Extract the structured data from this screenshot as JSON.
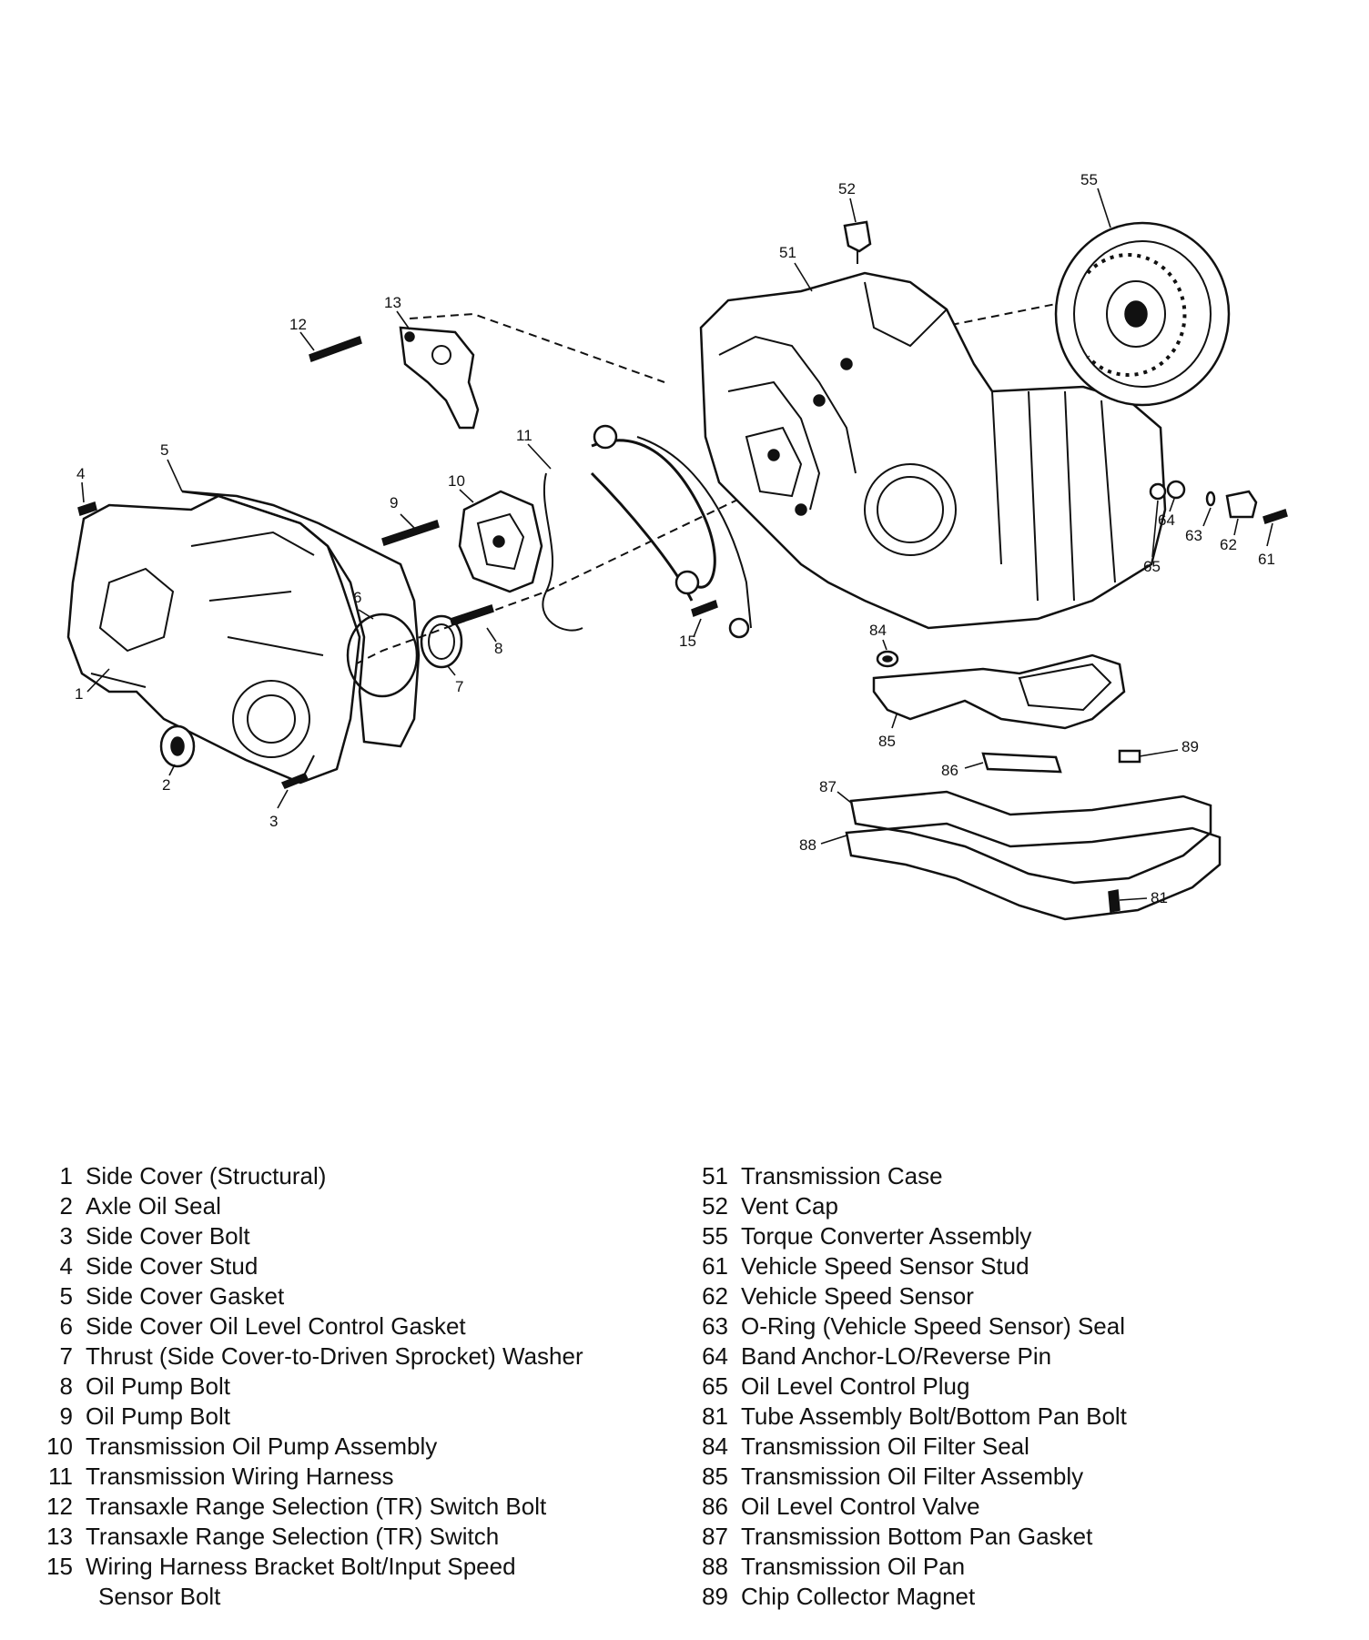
{
  "callouts": [
    "1",
    "2",
    "3",
    "4",
    "5",
    "6",
    "7",
    "8",
    "9",
    "10",
    "11",
    "12",
    "13",
    "15",
    "51",
    "52",
    "55",
    "61",
    "62",
    "63",
    "64",
    "65",
    "81",
    "84",
    "85",
    "86",
    "87",
    "88",
    "89"
  ],
  "legend": {
    "left": [
      {
        "num": "1",
        "text": "Side Cover (Structural)"
      },
      {
        "num": "2",
        "text": "Axle Oil Seal"
      },
      {
        "num": "3",
        "text": "Side Cover Bolt"
      },
      {
        "num": "4",
        "text": "Side Cover Stud"
      },
      {
        "num": "5",
        "text": "Side Cover Gasket"
      },
      {
        "num": "6",
        "text": "Side Cover Oil Level Control Gasket"
      },
      {
        "num": "7",
        "text": "Thrust (Side Cover-to-Driven Sprocket) Washer"
      },
      {
        "num": "8",
        "text": "Oil Pump Bolt"
      },
      {
        "num": "9",
        "text": "Oil Pump Bolt"
      },
      {
        "num": "10",
        "text": "Transmission Oil Pump Assembly"
      },
      {
        "num": "11",
        "text": "Transmission Wiring Harness"
      },
      {
        "num": "12",
        "text": "Transaxle Range Selection (TR) Switch Bolt"
      },
      {
        "num": "13",
        "text": "Transaxle Range Selection (TR) Switch"
      },
      {
        "num": "15",
        "text": "Wiring Harness Bracket Bolt/Input Speed",
        "cont": "Sensor Bolt"
      }
    ],
    "right": [
      {
        "num": "51",
        "text": "Transmission Case"
      },
      {
        "num": "52",
        "text": "Vent Cap"
      },
      {
        "num": "55",
        "text": "Torque Converter Assembly"
      },
      {
        "num": "61",
        "text": "Vehicle Speed Sensor Stud"
      },
      {
        "num": "62",
        "text": "Vehicle Speed Sensor"
      },
      {
        "num": "63",
        "text": "O-Ring (Vehicle Speed Sensor) Seal"
      },
      {
        "num": "64",
        "text": "Band Anchor-LO/Reverse Pin"
      },
      {
        "num": "65",
        "text": "Oil Level Control Plug"
      },
      {
        "num": "81",
        "text": "Tube Assembly Bolt/Bottom Pan Bolt"
      },
      {
        "num": "84",
        "text": "Transmission Oil Filter Seal"
      },
      {
        "num": "85",
        "text": "Transmission Oil Filter Assembly"
      },
      {
        "num": "86",
        "text": "Oil Level Control Valve"
      },
      {
        "num": "87",
        "text": "Transmission Bottom Pan Gasket"
      },
      {
        "num": "88",
        "text": "Transmission Oil Pan"
      },
      {
        "num": "89",
        "text": "Chip Collector Magnet"
      }
    ]
  }
}
